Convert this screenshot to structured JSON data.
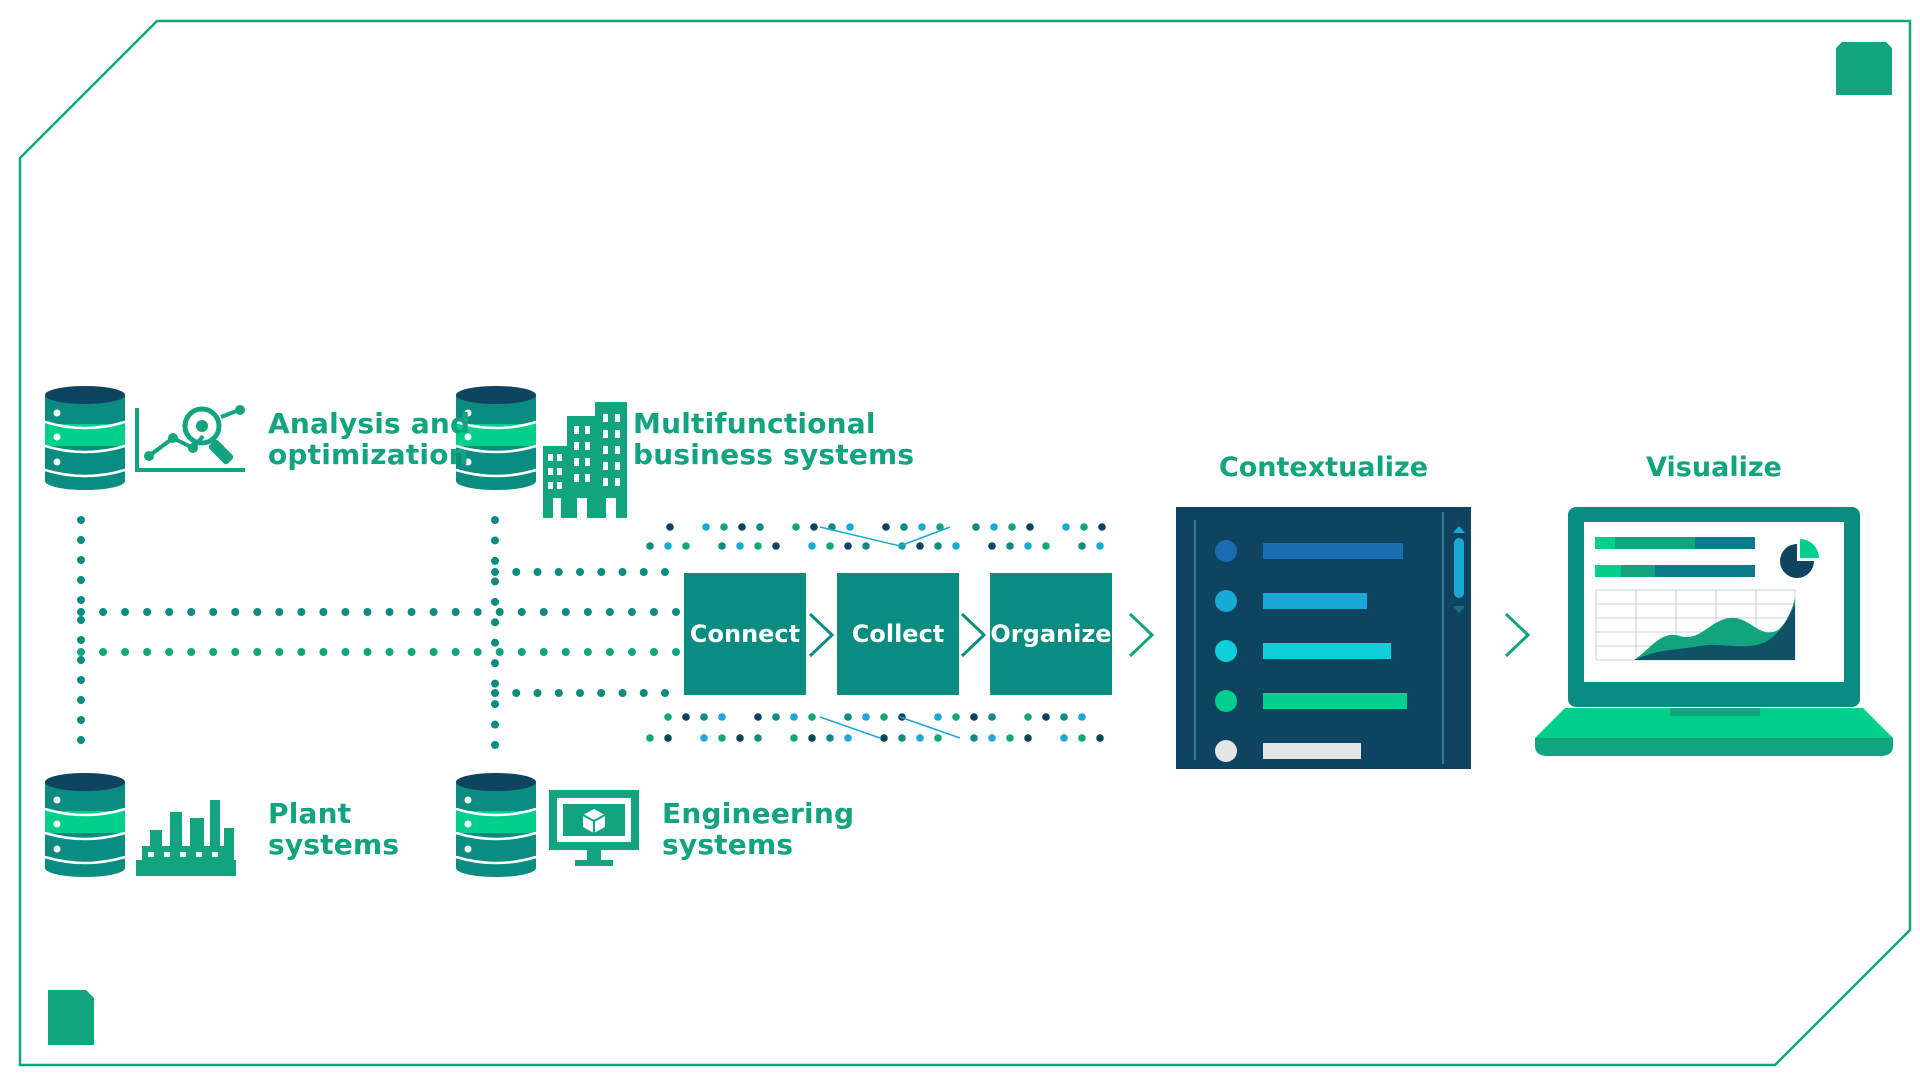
{
  "sources": [
    {
      "id": "analysis",
      "line1": "Analysis and",
      "line2": "optimization",
      "icon": "analytics-magnifier-icon"
    },
    {
      "id": "business",
      "line1": "Multifunctional",
      "line2": "business systems",
      "icon": "office-buildings-icon"
    },
    {
      "id": "plant",
      "line1": "Plant",
      "line2": "systems",
      "icon": "factory-icon"
    },
    {
      "id": "engineering",
      "line1": "Engineering",
      "line2": "systems",
      "icon": "monitor-cube-icon"
    }
  ],
  "pipeline": {
    "steps": [
      {
        "label": "Connect"
      },
      {
        "label": "Collect"
      },
      {
        "label": "Organize"
      }
    ]
  },
  "stages": {
    "contextualize": {
      "title": "Contextualize"
    },
    "visualize": {
      "title": "Visualize"
    }
  },
  "colors": {
    "primary_teal": "#0a8c80",
    "bright_green": "#00d08c",
    "navy": "#0f4460",
    "frame": "#12a37f",
    "cyan": "#1aa9d6"
  }
}
